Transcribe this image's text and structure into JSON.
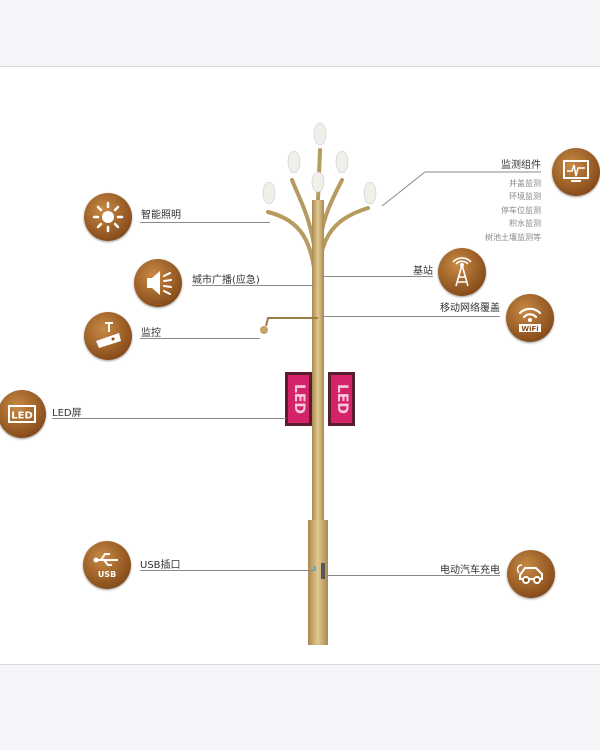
{
  "left_features": [
    {
      "label": "智能照明",
      "icon": "sun-icon"
    },
    {
      "label": "城市广播(应急)",
      "icon": "speaker-icon"
    },
    {
      "label": "监控",
      "icon": "camera-icon"
    },
    {
      "label": "LED屏",
      "icon": "led-icon"
    },
    {
      "label": "USB插口",
      "icon": "usb-icon"
    }
  ],
  "right_features": [
    {
      "label": "监测组件",
      "icon": "monitor-icon",
      "items": [
        "井盖监测",
        "环境监测",
        "停车位监测",
        "积水监测",
        "树池土壤监测等"
      ]
    },
    {
      "label": "基站",
      "icon": "tower-icon"
    },
    {
      "label": "移动网络覆盖",
      "icon": "wifi-icon"
    },
    {
      "label": "电动汽车充电",
      "icon": "car-icon"
    }
  ],
  "pole": {
    "screen_text": "LED",
    "led_text_icon": "LED",
    "usb_text_icon": "USB",
    "wifi_text_icon": "WiFi"
  },
  "colors": {
    "icon_brown": "#8a4f1c",
    "pole_gold": "#c9ab72",
    "screen_pink": "#d4236b"
  }
}
